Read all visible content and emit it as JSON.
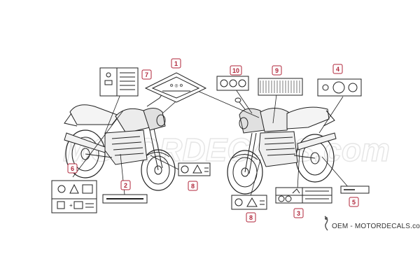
{
  "diagram": {
    "watermark": "MOTORDECALS.com",
    "footer": "OEM - MOTORDECALS.com",
    "callout_color": "#b0263a",
    "callouts": [
      "1",
      "2",
      "3",
      "4",
      "5",
      "6",
      "7",
      "8",
      "8",
      "9",
      "10"
    ]
  }
}
